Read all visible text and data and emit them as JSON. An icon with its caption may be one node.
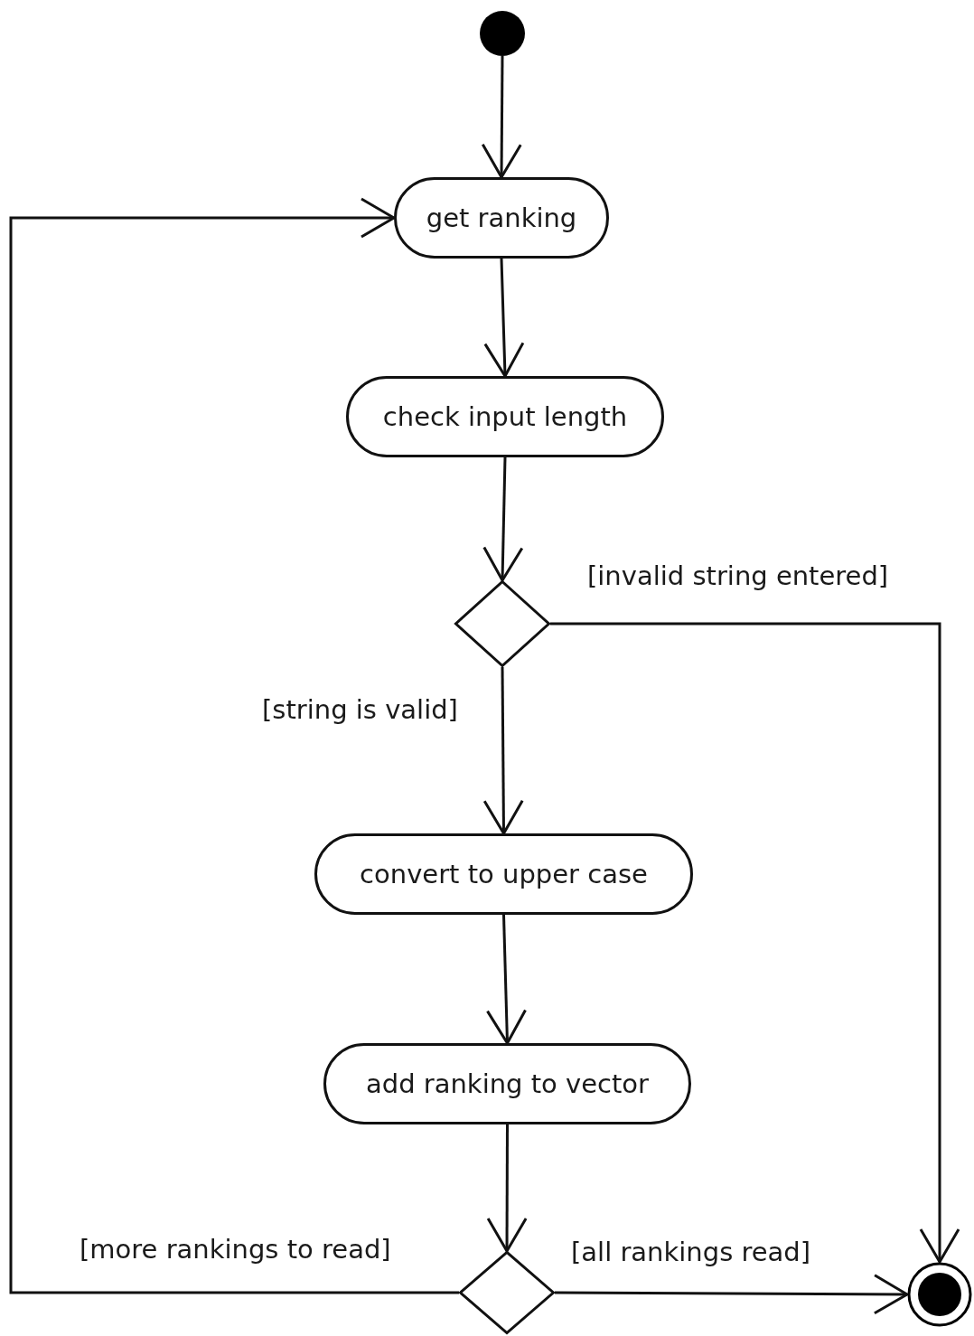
{
  "diagram": {
    "nodes": [
      {
        "text": [],
        "shape": "circle"
      },
      {
        "text": [
          "get ranking"
        ]
      },
      {
        "text": [
          "check input length"
        ]
      },
      {
        "text": [],
        "shape": "diamond"
      },
      {
        "text": [
          "convert to upper case"
        ]
      },
      {
        "text": [
          "add ranking to vector"
        ]
      },
      {
        "text": [],
        "shape": "diamond"
      },
      {
        "text": [],
        "shape": "bullseye"
      }
    ],
    "edges": [
      {
        "from": 0,
        "to": 1,
        "arrow": "to"
      },
      {
        "from": 1,
        "to": 2,
        "arrow": "to"
      },
      {
        "from": 2,
        "to": 3,
        "arrow": "to"
      },
      {
        "from": 3,
        "to": 4,
        "arrow": "to",
        "label": "[string is valid]"
      },
      {
        "from": 3,
        "to": 7,
        "arrow": "to",
        "label": "[invalid string entered]"
      },
      {
        "from": 4,
        "to": 5,
        "arrow": "to"
      },
      {
        "from": 5,
        "to": 6,
        "arrow": "to"
      },
      {
        "from": 6,
        "to": 1,
        "arrow": "to",
        "label": "[more rankings to read]"
      },
      {
        "from": 6,
        "to": 7,
        "arrow": "to",
        "label": "[all rankings read]"
      }
    ]
  }
}
